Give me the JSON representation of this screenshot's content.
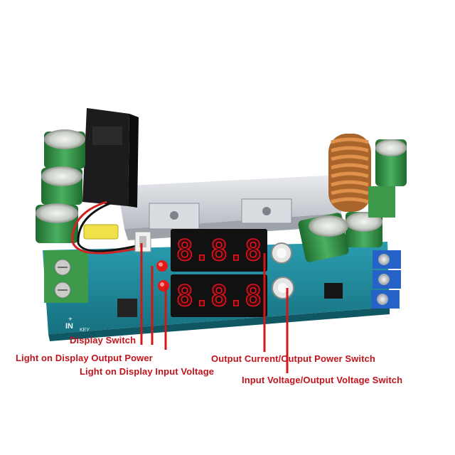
{
  "board": {
    "pcb_color": "#1f8a9c",
    "heatsink_color": "#c9ccd1",
    "display_digit_color": "#e8121c",
    "capacitor_color": "#2e8a3e",
    "annotation_color": "#c0141c",
    "top_display_digits": "8.8.8",
    "bottom_display_digits": "8.8.8",
    "silkscreen": {
      "in_label": "IN",
      "key_label": "KEY",
      "plus_label": "+",
      "minus_label": "−"
    }
  },
  "annotations": {
    "display_switch": "Display Switch",
    "light_output_power": "Light on Display Output Power",
    "light_input_voltage": "Light on Display Input Voltage",
    "output_current_power_switch": "Output Current/Output Power Switch",
    "input_output_voltage_switch": "Input Voltage/Output Voltage Switch"
  }
}
